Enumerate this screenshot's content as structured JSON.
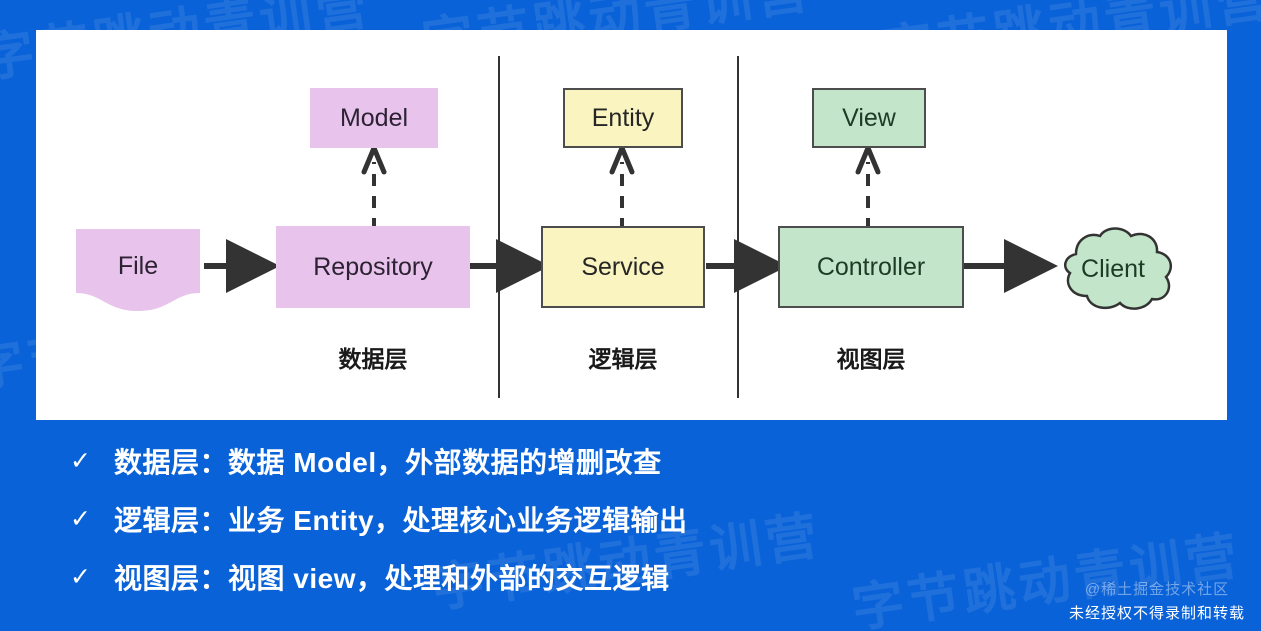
{
  "colors": {
    "background": "#0a62d8",
    "panel": "#ffffff",
    "purple": "#e8c4ec",
    "yellow": "#faf4c0",
    "green": "#c3e6ca",
    "stroke": "#333333",
    "text_light": "#ffffff"
  },
  "diagram": {
    "nodes": [
      {
        "id": "file",
        "label": "File",
        "shape": "document",
        "color": "purple"
      },
      {
        "id": "model",
        "label": "Model",
        "shape": "rect",
        "color": "purple"
      },
      {
        "id": "repository",
        "label": "Repository",
        "shape": "rect",
        "color": "purple"
      },
      {
        "id": "entity",
        "label": "Entity",
        "shape": "rect",
        "color": "yellow"
      },
      {
        "id": "service",
        "label": "Service",
        "shape": "rect",
        "color": "yellow"
      },
      {
        "id": "view",
        "label": "View",
        "shape": "rect",
        "color": "green"
      },
      {
        "id": "controller",
        "label": "Controller",
        "shape": "rect",
        "color": "green"
      },
      {
        "id": "client",
        "label": "Client",
        "shape": "cloud",
        "color": "green"
      }
    ],
    "edges": [
      {
        "from": "file",
        "to": "repository",
        "style": "solid"
      },
      {
        "from": "repository",
        "to": "service",
        "style": "solid"
      },
      {
        "from": "service",
        "to": "controller",
        "style": "solid"
      },
      {
        "from": "controller",
        "to": "client",
        "style": "solid"
      },
      {
        "from": "repository",
        "to": "model",
        "style": "dashed"
      },
      {
        "from": "service",
        "to": "entity",
        "style": "dashed"
      },
      {
        "from": "controller",
        "to": "view",
        "style": "dashed"
      }
    ],
    "layers": [
      {
        "id": "data",
        "caption": "数据层"
      },
      {
        "id": "logic",
        "caption": "逻辑层"
      },
      {
        "id": "view",
        "caption": "视图层"
      }
    ]
  },
  "bullets": {
    "marker": "✓",
    "items": [
      {
        "text": "数据层：数据 Model，外部数据的增删改查"
      },
      {
        "text": "逻辑层：业务 Entity，处理核心业务逻辑输出"
      },
      {
        "text": "视图层：视图 view，处理和外部的交互逻辑"
      }
    ]
  },
  "watermark": {
    "handle": "@稀土掘金技术社区",
    "notice": "未经授权不得录制和转载",
    "tiles": [
      "字节跳动青训营",
      "字节跳动青训营",
      "字节跳动青训营",
      "字节跳动青训营",
      "字节跳动青训营",
      "字节跳动青训营"
    ]
  }
}
